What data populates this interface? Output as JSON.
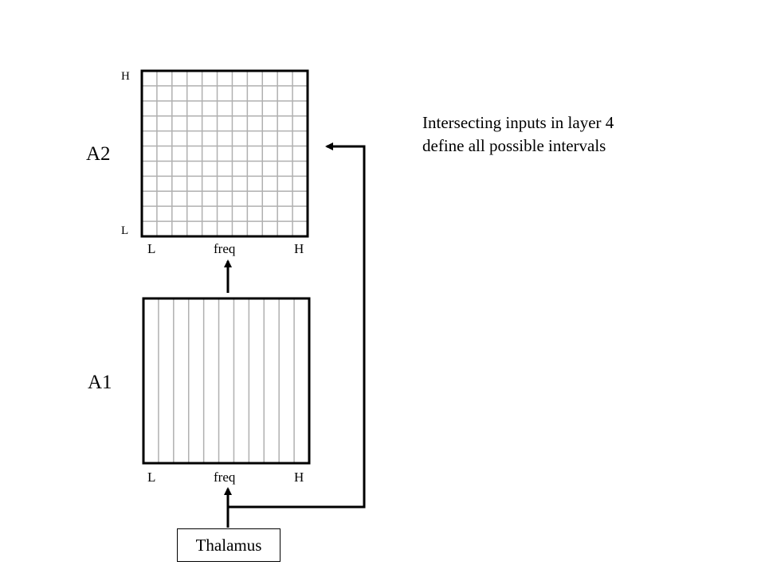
{
  "a2": {
    "title": "A2",
    "y_high": "H",
    "y_low": "L",
    "x_low": "L",
    "x_label": "freq",
    "x_high": "H",
    "vertical_lines": 10,
    "horizontal_lines": 10
  },
  "a1": {
    "title": "A1",
    "x_low": "L",
    "x_label": "freq",
    "x_high": "H",
    "vertical_lines": 10
  },
  "thalamus": {
    "label": "Thalamus"
  },
  "caption": {
    "line1": "Intersecting inputs in layer 4",
    "line2": "define all possible intervals"
  },
  "colors": {
    "grid": "#b0b0b0",
    "stroke": "#000000",
    "background": "#ffffff"
  }
}
